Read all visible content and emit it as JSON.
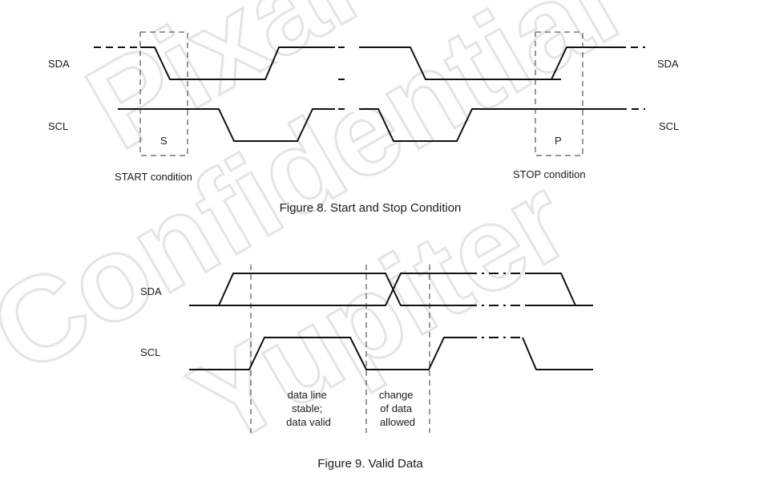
{
  "watermark": {
    "line1": "Pixart",
    "line2": "Confidential",
    "line3": "Yupiter"
  },
  "figure8": {
    "caption": "Figure 8. Start and Stop Condition",
    "sda_left": "SDA",
    "sda_right": "SDA",
    "scl_left": "SCL",
    "scl_right": "SCL",
    "start_box_letter": "S",
    "stop_box_letter": "P",
    "start_label": "START condition",
    "stop_label": "STOP condition"
  },
  "figure9": {
    "caption": "Figure 9. Valid Data",
    "sda_label": "SDA",
    "scl_label": "SCL",
    "stable_note": [
      "data line",
      "stable;",
      "data valid"
    ],
    "change_note": [
      "change",
      "of data",
      "allowed"
    ]
  },
  "colors": {
    "line": "#111111",
    "watermark": "#e4e4e4",
    "background": "#ffffff"
  }
}
